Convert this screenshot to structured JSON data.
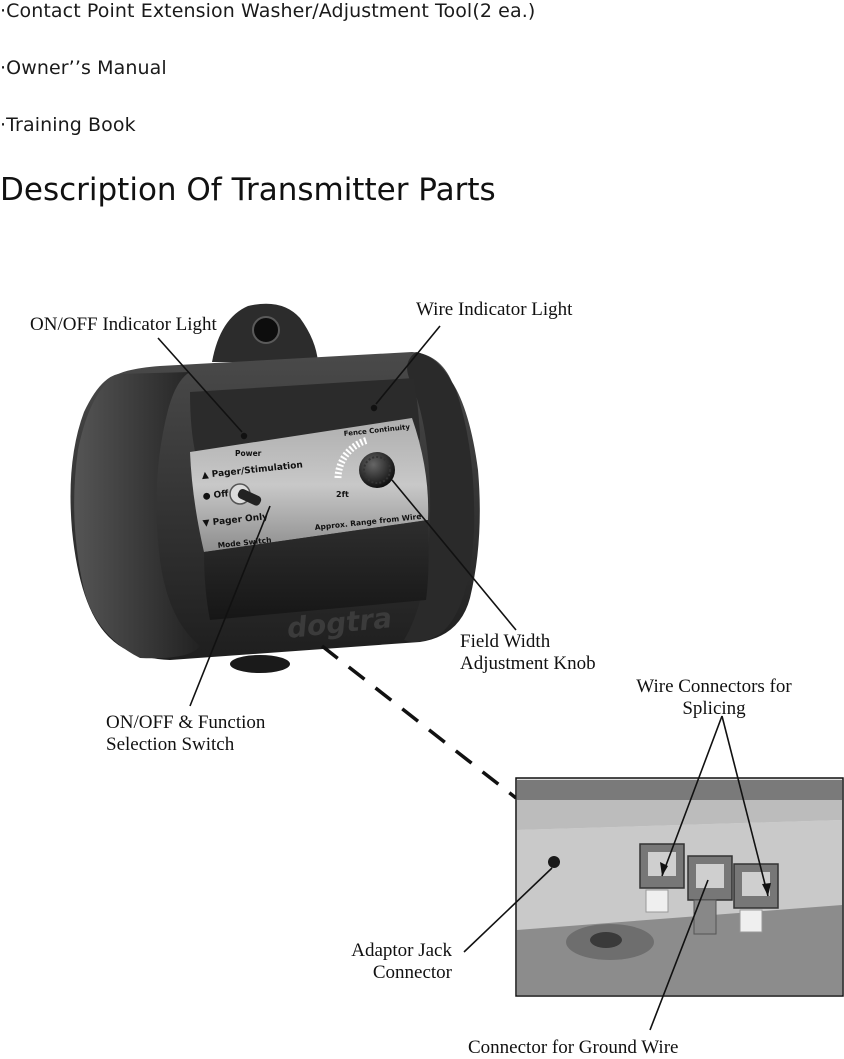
{
  "list_items": [
    "·Contact Point Extension Washer/Adjustment Tool(2 ea.)",
    "·Owner’’s Manual",
    "·Training Book"
  ],
  "section_heading": "Description Of Transmitter Parts",
  "callouts": {
    "on_off_light": "ON/OFF Indicator Light",
    "wire_light": "Wire Indicator Light",
    "field_width": [
      "Field Width",
      "Adjustment Knob"
    ],
    "switch": [
      "ON/OFF & Function",
      "Selection Switch"
    ],
    "splice": [
      "Wire Connectors for",
      "Splicing"
    ],
    "adaptor": [
      "Adaptor Jack",
      "Connector"
    ],
    "ground": "Connector for Ground Wire"
  },
  "device_labels": {
    "power": "Power",
    "fence": "Fence Continuity",
    "mode1": "▲ Pager/Stimulation",
    "mode2": "● Off",
    "mode3": "▼ Pager Only",
    "mode_switch": "Mode Switch",
    "range": "Approx. Range from Wire",
    "range_min": "2ft",
    "brand": "dogtra"
  }
}
